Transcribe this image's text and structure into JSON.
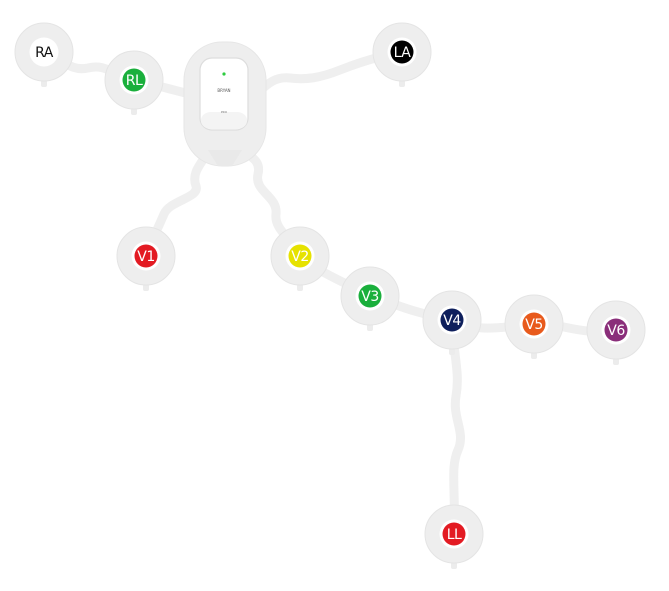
{
  "device": {
    "brand": "BRYAN",
    "model": "PRO",
    "led_color": "#2ecc40",
    "body_color": "#ffffff"
  },
  "electrodes": [
    {
      "id": "RA",
      "label": "RA",
      "color": "#ffffff",
      "text_color": "#111111"
    },
    {
      "id": "RL",
      "label": "RL",
      "color": "#1aaf3c",
      "text_color": "#ffffff"
    },
    {
      "id": "LA",
      "label": "LA",
      "color": "#000000",
      "text_color": "#ffffff"
    },
    {
      "id": "V1",
      "label": "V1",
      "color": "#e31b23",
      "text_color": "#ffffff"
    },
    {
      "id": "V2",
      "label": "V2",
      "color": "#e6e200",
      "text_color": "#ffffff"
    },
    {
      "id": "V3",
      "label": "V3",
      "color": "#1aaf3c",
      "text_color": "#ffffff"
    },
    {
      "id": "V4",
      "label": "V4",
      "color": "#0e1f5c",
      "text_color": "#ffffff"
    },
    {
      "id": "V5",
      "label": "V5",
      "color": "#e85a1c",
      "text_color": "#ffffff"
    },
    {
      "id": "V6",
      "label": "V6",
      "color": "#8a2e7a",
      "text_color": "#ffffff"
    },
    {
      "id": "LL",
      "label": "LL",
      "color": "#e31b23",
      "text_color": "#ffffff"
    }
  ],
  "colors": {
    "pad": "#eeeeee",
    "pad_stroke": "#e4e4e4",
    "cable": "#efefef"
  }
}
